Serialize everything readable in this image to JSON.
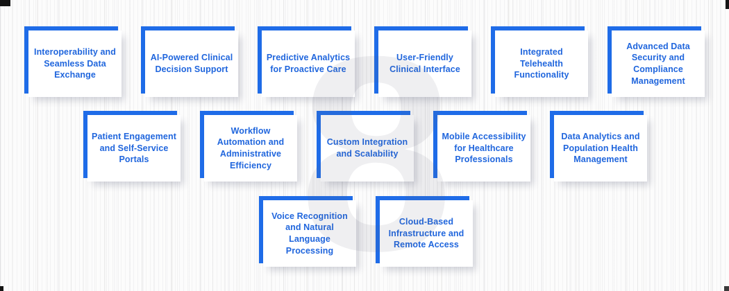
{
  "title": "EHR software feature cards infographic",
  "accent_color": "#1f6ce8",
  "text_color": "#2066dd",
  "watermark_glyph": "8",
  "rows": [
    {
      "cards": [
        {
          "label": "Interoperability and Seamless Data Exchange"
        },
        {
          "label": "AI-Powered Clinical Decision Support"
        },
        {
          "label": "Predictive Analytics for Proactive Care"
        },
        {
          "label": "User-Friendly Clinical Interface"
        },
        {
          "label": "Integrated Telehealth Functionality"
        },
        {
          "label": "Advanced Data Security and Compliance Management"
        }
      ]
    },
    {
      "cards": [
        {
          "label": "Patient Engagement and Self-Service Portals"
        },
        {
          "label": "Workflow Automation and Administrative Efficiency"
        },
        {
          "label": "Custom Integration and Scalability"
        },
        {
          "label": "Mobile Accessibility for Healthcare Professionals"
        },
        {
          "label": "Data Analytics and Population Health Management"
        }
      ]
    },
    {
      "cards": [
        {
          "label": "Voice Recognition and Natural Language Processing"
        },
        {
          "label": "Cloud-Based Infrastructure and Remote Access"
        }
      ]
    }
  ]
}
